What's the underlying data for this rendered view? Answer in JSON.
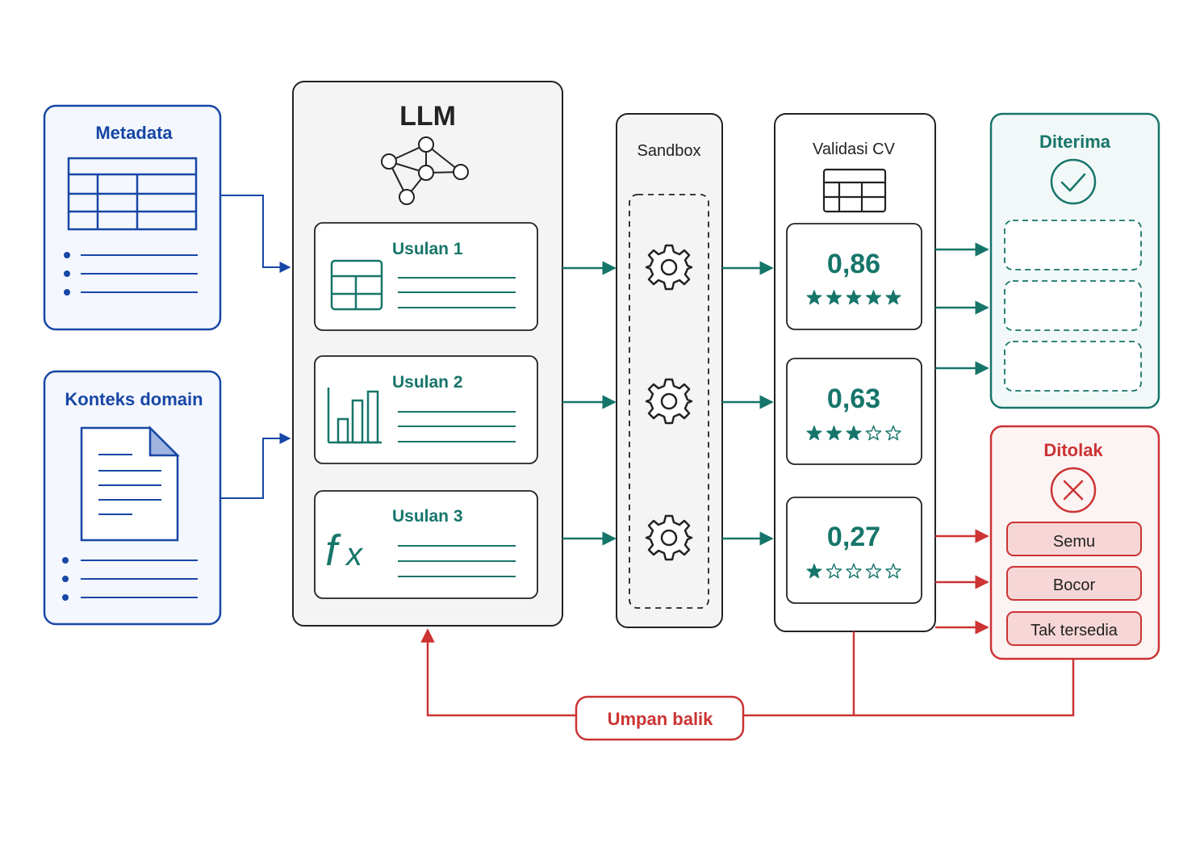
{
  "colors": {
    "blue": "#1747a6",
    "teal": "#16756a",
    "red": "#cc3333",
    "dark": "#222222",
    "panel_bg": "#f4f4f4"
  },
  "inputs": {
    "metadata": {
      "title": "Metadata",
      "icon": "table-icon"
    },
    "domain_context": {
      "title": "Konteks domain",
      "icon": "document-icon"
    }
  },
  "llm": {
    "title": "LLM",
    "icon": "network-graph-icon",
    "proposals": [
      {
        "label": "Usulan 1",
        "icon": "table-icon"
      },
      {
        "label": "Usulan 2",
        "icon": "bar-chart-icon"
      },
      {
        "label": "Usulan 3",
        "icon": "function-icon"
      }
    ]
  },
  "sandbox": {
    "title": "Sandbox",
    "icon": "gear-icon"
  },
  "validation": {
    "title": "Validasi CV",
    "icon": "table-icon",
    "scores": [
      {
        "value": "0,86",
        "stars": 5
      },
      {
        "value": "0,63",
        "stars": 3
      },
      {
        "value": "0,27",
        "stars": 1
      }
    ],
    "max_stars": 5
  },
  "accepted": {
    "title": "Diterima",
    "icon": "check-circle-icon"
  },
  "rejected": {
    "title": "Ditolak",
    "icon": "x-circle-icon",
    "reasons": [
      "Semu",
      "Bocor",
      "Tak tersedia"
    ]
  },
  "feedback": {
    "label": "Umpan balik"
  }
}
